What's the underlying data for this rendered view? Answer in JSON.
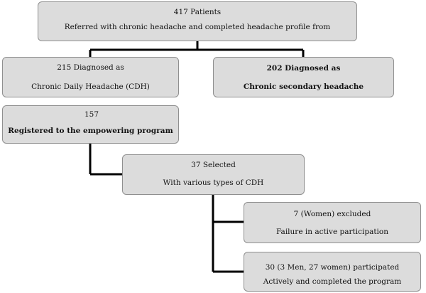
{
  "boxes": {
    "patients": {
      "line1": "417 Patients",
      "line2": "Referred with chronic headache and completed headache profile from"
    },
    "cdh": {
      "line1": "215 Diagnosed as",
      "line2": "Chronic Daily Headache (CDH)"
    },
    "secondary": {
      "line1": "202 Diagnosed as",
      "line2": "Chronic secondary headache"
    },
    "registered": {
      "line1": "157",
      "line2": "Registered to the empowering program"
    },
    "selected": {
      "line1": "37 Selected",
      "line2": "With various types of CDH"
    },
    "excluded": {
      "line1": "7 (Women) excluded",
      "line2": "Failure in active participation"
    },
    "participated": {
      "line1": "30 (3 Men, 27 women) participated",
      "line2": "Actively and completed the program"
    }
  }
}
